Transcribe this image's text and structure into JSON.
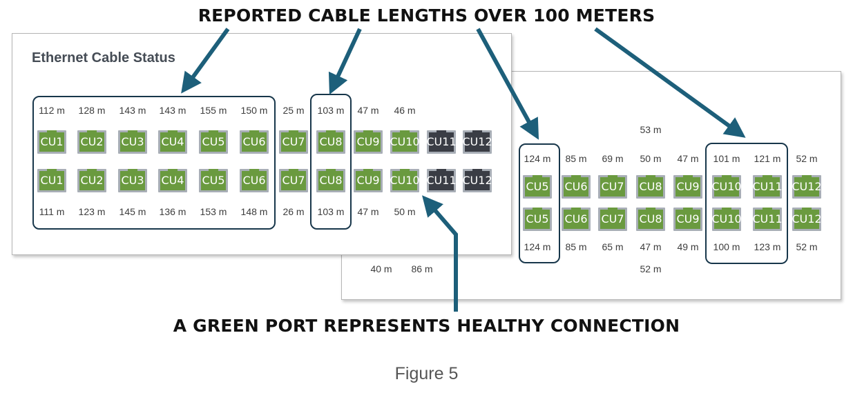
{
  "headline_top": "REPORTED CABLE LENGTHS OVER 100 METERS",
  "headline_bottom": "A GREEN PORT REPRESENTS HEALTHY CONNECTION",
  "caption": "Figure 5",
  "colors": {
    "healthy": "#6a9a3f",
    "inactive": "#3a3d45",
    "port_frame": "#a8aeb6",
    "arrow": "#1d5f7a",
    "highlight_border": "#17364a"
  },
  "front_panel": {
    "title": "Ethernet Cable Status",
    "top_lengths": [
      "112 m",
      "128 m",
      "143 m",
      "143 m",
      "155 m",
      "150 m",
      "25 m",
      "103 m",
      "47 m",
      "46 m"
    ],
    "top_ports": [
      {
        "label": "CU1",
        "status": "healthy"
      },
      {
        "label": "CU2",
        "status": "healthy"
      },
      {
        "label": "CU3",
        "status": "healthy"
      },
      {
        "label": "CU4",
        "status": "healthy"
      },
      {
        "label": "CU5",
        "status": "healthy"
      },
      {
        "label": "CU6",
        "status": "healthy"
      },
      {
        "label": "CU7",
        "status": "healthy"
      },
      {
        "label": "CU8",
        "status": "healthy"
      },
      {
        "label": "CU9",
        "status": "healthy"
      },
      {
        "label": "CU10",
        "status": "healthy"
      },
      {
        "label": "CU11",
        "status": "inactive"
      },
      {
        "label": "CU12",
        "status": "inactive"
      }
    ],
    "bottom_ports": [
      {
        "label": "CU1",
        "status": "healthy"
      },
      {
        "label": "CU2",
        "status": "healthy"
      },
      {
        "label": "CU3",
        "status": "healthy"
      },
      {
        "label": "CU4",
        "status": "healthy"
      },
      {
        "label": "CU5",
        "status": "healthy"
      },
      {
        "label": "CU6",
        "status": "healthy"
      },
      {
        "label": "CU7",
        "status": "healthy"
      },
      {
        "label": "CU8",
        "status": "healthy"
      },
      {
        "label": "CU9",
        "status": "healthy"
      },
      {
        "label": "CU10",
        "status": "healthy"
      },
      {
        "label": "CU11",
        "status": "inactive"
      },
      {
        "label": "CU12",
        "status": "inactive"
      }
    ],
    "bottom_lengths": [
      "111 m",
      "123 m",
      "145 m",
      "136 m",
      "153 m",
      "148 m",
      "26 m",
      "103 m",
      "47 m",
      "50 m"
    ]
  },
  "back_panel": {
    "above_top_lengths": [
      "53 m"
    ],
    "top_lengths": [
      "124 m",
      "85 m",
      "69 m",
      "50 m",
      "47 m",
      "101 m",
      "121 m",
      "52 m"
    ],
    "top_ports": [
      {
        "label": "CU5",
        "status": "healthy"
      },
      {
        "label": "CU6",
        "status": "healthy"
      },
      {
        "label": "CU7",
        "status": "healthy"
      },
      {
        "label": "CU8",
        "status": "healthy"
      },
      {
        "label": "CU9",
        "status": "healthy"
      },
      {
        "label": "CU10",
        "status": "healthy"
      },
      {
        "label": "CU11",
        "status": "healthy"
      },
      {
        "label": "CU12",
        "status": "healthy"
      }
    ],
    "bottom_ports": [
      {
        "label": "CU5",
        "status": "healthy"
      },
      {
        "label": "CU6",
        "status": "healthy"
      },
      {
        "label": "CU7",
        "status": "healthy"
      },
      {
        "label": "CU8",
        "status": "healthy"
      },
      {
        "label": "CU9",
        "status": "healthy"
      },
      {
        "label": "CU10",
        "status": "healthy"
      },
      {
        "label": "CU11",
        "status": "healthy"
      },
      {
        "label": "CU12",
        "status": "healthy"
      }
    ],
    "bottom_lengths": [
      "124 m",
      "85 m",
      "65 m",
      "47 m",
      "49 m",
      "100 m",
      "123 m",
      "52 m"
    ],
    "below_bottom_lengths": [
      "40 m",
      "86 m",
      "52 m"
    ]
  }
}
